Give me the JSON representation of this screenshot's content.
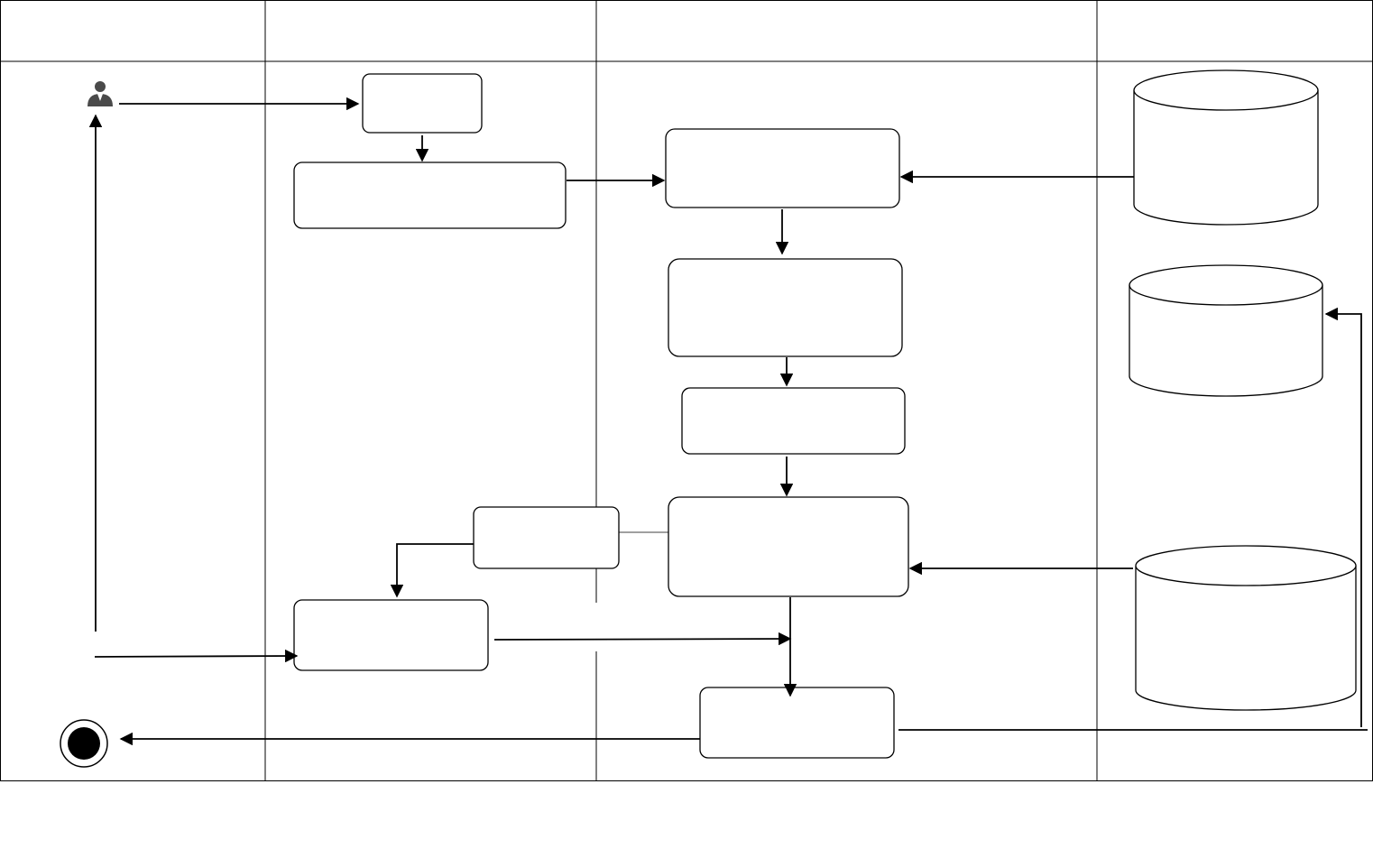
{
  "diagram": {
    "type": "swimlane-activity-diagram",
    "lanes": [
      {
        "id": "lane-1",
        "title": ""
      },
      {
        "id": "lane-2",
        "title": ""
      },
      {
        "id": "lane-3",
        "title": ""
      },
      {
        "id": "lane-4",
        "title": ""
      }
    ],
    "nodes": [
      {
        "id": "actor",
        "kind": "actor",
        "icon": "user-icon"
      },
      {
        "id": "step-a",
        "kind": "process",
        "label": ""
      },
      {
        "id": "step-b",
        "kind": "process",
        "label": ""
      },
      {
        "id": "step-c",
        "kind": "process",
        "label": ""
      },
      {
        "id": "step-d",
        "kind": "process",
        "label": ""
      },
      {
        "id": "step-e",
        "kind": "process",
        "label": ""
      },
      {
        "id": "step-f",
        "kind": "process",
        "label": ""
      },
      {
        "id": "step-g",
        "kind": "process",
        "label": ""
      },
      {
        "id": "step-h",
        "kind": "process",
        "label": ""
      },
      {
        "id": "step-i",
        "kind": "process",
        "label": ""
      },
      {
        "id": "db-1",
        "kind": "datastore",
        "label": ""
      },
      {
        "id": "db-2",
        "kind": "datastore",
        "label": ""
      },
      {
        "id": "db-3",
        "kind": "datastore",
        "label": ""
      },
      {
        "id": "end",
        "kind": "final-node",
        "icon": "end-node-icon"
      }
    ],
    "colors": {
      "stroke": "#000000",
      "fill": "#ffffff",
      "end_fill": "#000000"
    }
  }
}
